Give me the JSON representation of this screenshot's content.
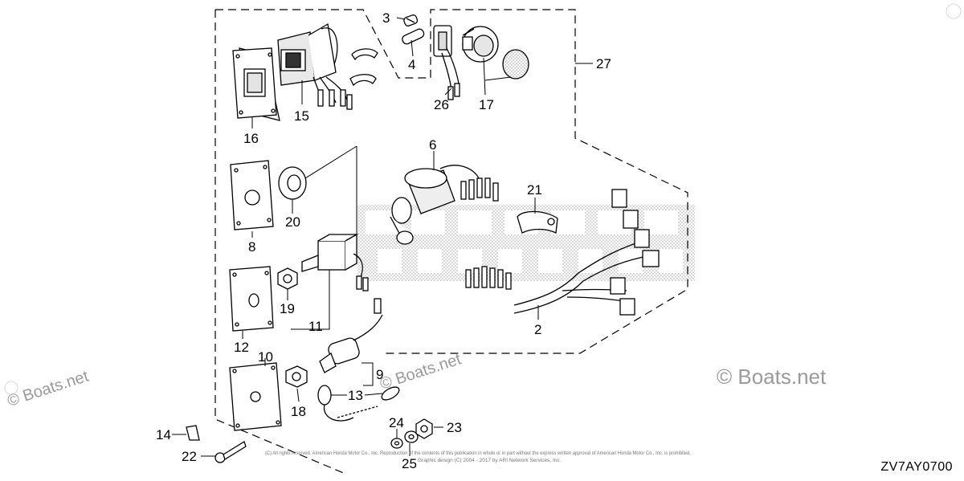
{
  "diagram": {
    "diagram_code": "ZV7AY0700",
    "watermark": "© Boats.net",
    "watermark_small": "© Boats.net",
    "copyright_line_1": "(C) All rights reserved. American Honda Motor Co., Inc. Reproduction of the contents of this publication in whole or in part without the express written approval of American Honda Motor Co., Inc. is prohibited.",
    "copyright_line_2": "Graphic design (C) 2004 - 2017 by ARI Network Services, Inc.",
    "callouts": [
      "3",
      "4",
      "26",
      "17",
      "27",
      "15",
      "16",
      "6",
      "21",
      "20",
      "8",
      "19",
      "11",
      "2",
      "12",
      "10",
      "9",
      "13",
      "18",
      "24",
      "23",
      "14",
      "22",
      "25"
    ]
  }
}
